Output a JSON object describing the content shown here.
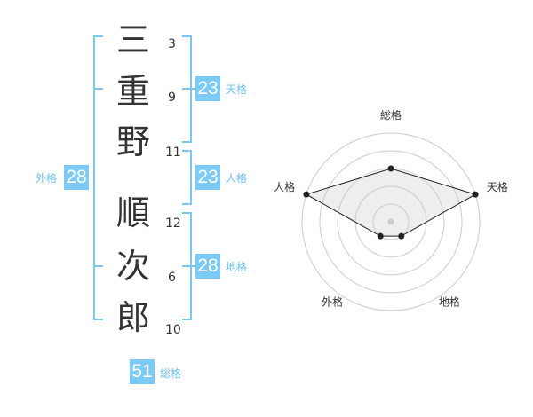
{
  "name": {
    "characters": [
      {
        "char": "三",
        "strokes": "3"
      },
      {
        "char": "重",
        "strokes": "9"
      },
      {
        "char": "野",
        "strokes": "11"
      },
      {
        "char": "順",
        "strokes": "12"
      },
      {
        "char": "次",
        "strokes": "6"
      },
      {
        "char": "郎",
        "strokes": "10"
      }
    ]
  },
  "fortunes": {
    "tenkaku": {
      "label": "天格",
      "value": "23"
    },
    "jinkaku": {
      "label": "人格",
      "value": "23"
    },
    "chikaku": {
      "label": "地格",
      "value": "28"
    },
    "gaikaku": {
      "label": "外格",
      "value": "28"
    },
    "soukaku": {
      "label": "総格",
      "value": "51"
    }
  },
  "colors": {
    "accent": "#7dcbf5",
    "label": "#6ec0ef"
  },
  "chart_data": {
    "type": "radar",
    "axes": [
      "総格",
      "天格",
      "地格",
      "外格",
      "人格"
    ],
    "values": [
      3,
      5,
      1,
      1,
      5
    ],
    "range": [
      0,
      5
    ],
    "rings": 5
  }
}
